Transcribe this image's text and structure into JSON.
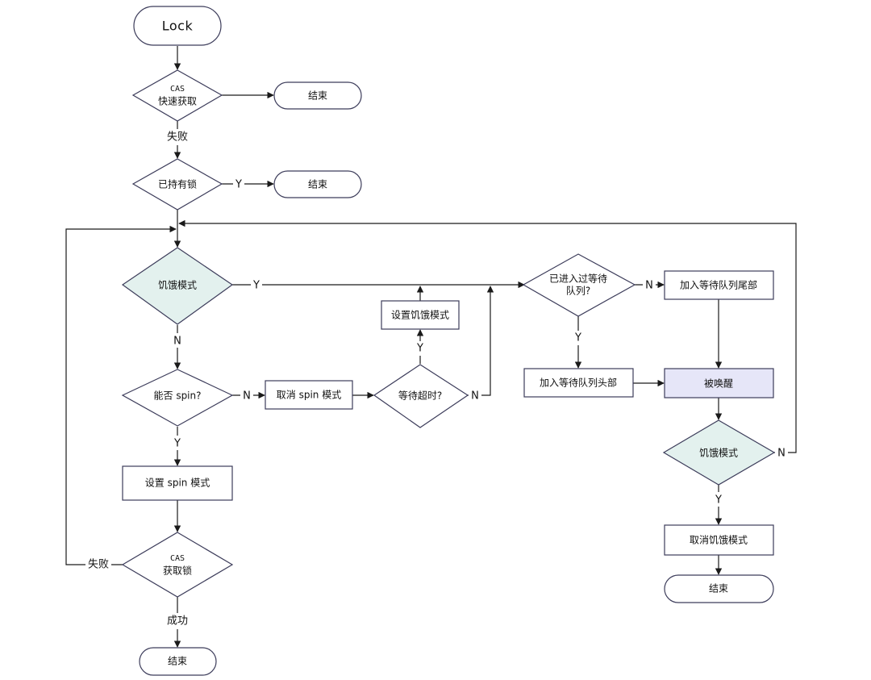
{
  "colors": {
    "line": "#1a1a1a",
    "border": "#3c3c5a",
    "hunger_fill": "#e3f1ee",
    "wake_fill": "#e6e6f8",
    "default_fill": "#ffffff"
  },
  "nodes": {
    "lock": "Lock",
    "cas_fast_line1": "CAS",
    "cas_fast_line2": "快速获取",
    "end1": "结束",
    "already_held": "已持有锁",
    "end2": "结束",
    "hunger1": "饥饿模式",
    "can_spin": "能否 spin?",
    "cancel_spin": "取消 spin 模式",
    "wait_timeout": "等待超时?",
    "set_hunger": "设置饥饿模式",
    "entered_queue_line1": "已进入过等待",
    "entered_queue_line2": "队列?",
    "add_tail": "加入等待队列尾部",
    "add_head": "加入等待队列头部",
    "woken": "被唤醒",
    "hunger2": "饥饿模式",
    "cancel_hunger": "取消饥饿模式",
    "end3": "结束",
    "set_spin": "设置 spin 模式",
    "cas_get_line1": "CAS",
    "cas_get_line2": "获取锁",
    "end4": "结束"
  },
  "edges": {
    "fail1": "失败",
    "y_held": "Y",
    "y_hunger1": "Y",
    "n_hunger1": "N",
    "n_can_spin": "N",
    "y_can_spin": "Y",
    "y_timeout": "Y",
    "n_timeout": "N",
    "n_entered": "N",
    "y_entered": "Y",
    "n_hunger2": "N",
    "y_hunger2": "Y",
    "fail_cas": "失败",
    "success_cas": "成功"
  }
}
